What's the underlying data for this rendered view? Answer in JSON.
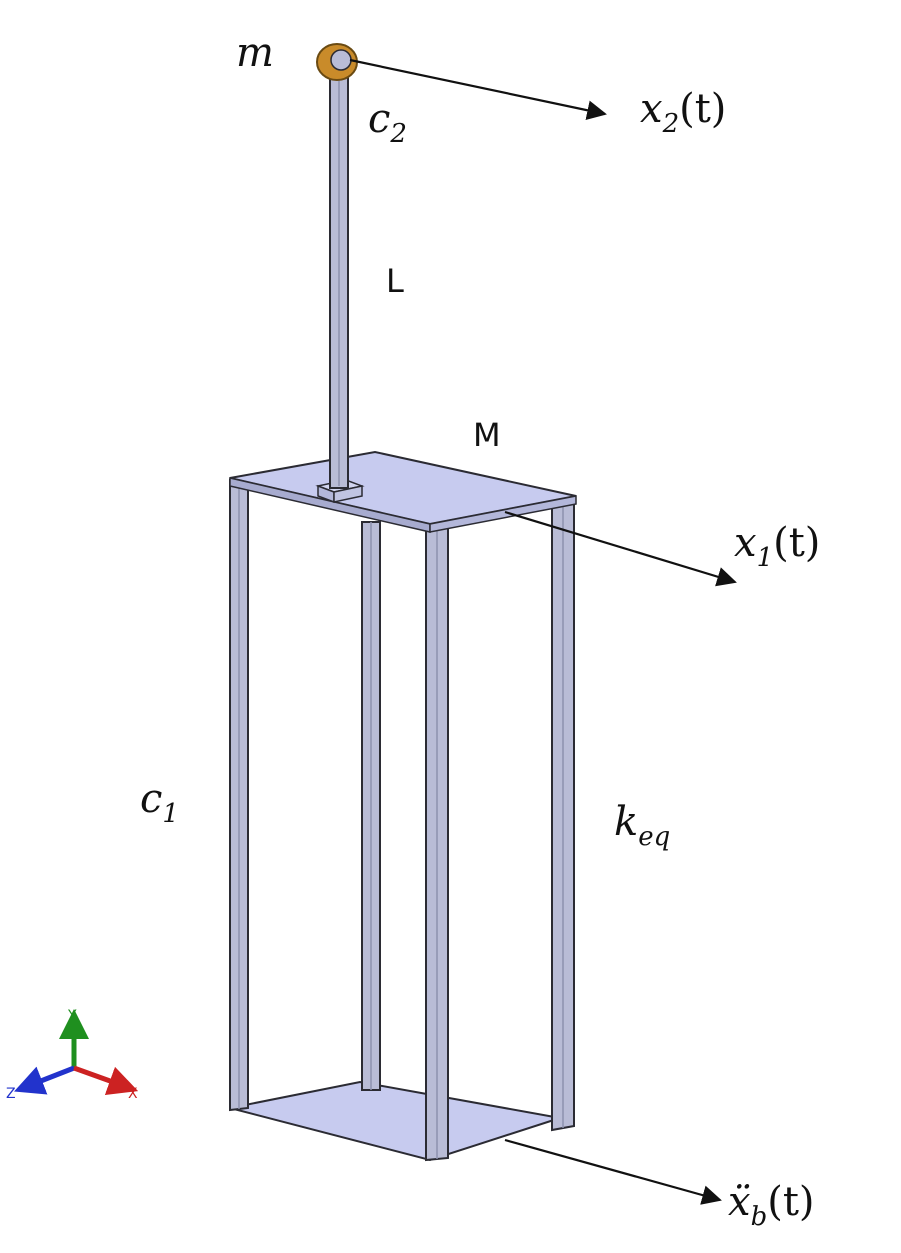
{
  "labels": {
    "mass_small": "m",
    "damping_top": "c",
    "damping_top_sub": "2",
    "x2": "x",
    "x2_sub": "2",
    "x2_arg": "(t)",
    "rod_length": "L",
    "mass_big": "M",
    "x1": "x",
    "x1_sub": "1",
    "x1_arg": "(t)",
    "damping_side": "c",
    "damping_side_sub": "1",
    "stiffness": "k",
    "stiffness_sub": "eq",
    "base_accel": "ẍ",
    "base_accel_sub": "b",
    "base_accel_arg": "(t)"
  },
  "triad": {
    "y_label": "Y",
    "z_label": "Z",
    "x_label": "X"
  },
  "colors": {
    "plate": "#c7cbef",
    "frame": "#b9bcd6",
    "frame_edge": "#2b2b33",
    "mass_ball": "#c98b2a",
    "axis_y": "#1f8f1f",
    "axis_z": "#2233cc",
    "axis_x": "#cc2222"
  }
}
